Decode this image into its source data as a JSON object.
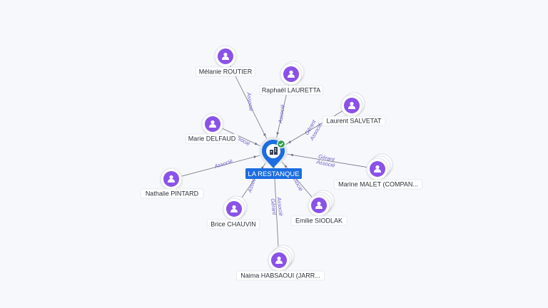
{
  "company": {
    "name": "LA RESTANQUE",
    "icon": "building-icon",
    "badge_icon": "check-icon",
    "pin_color": "#1c6de0",
    "badge_color": "#2e9e4f"
  },
  "person_color": "#8a52e8",
  "persons": [
    {
      "name": "Mélanie ROUTIER",
      "roles": [
        "Associé"
      ]
    },
    {
      "name": "Raphaël LAURETTA",
      "roles": [
        "Associé"
      ]
    },
    {
      "name": "Laurent SALVETAT",
      "roles": [
        "Gérant",
        "Associé"
      ]
    },
    {
      "name": "Marie DELFAUD",
      "roles": [
        "Associé"
      ]
    },
    {
      "name": "Marine MALET (COMPAN...",
      "roles": [
        "Gérant",
        "Associé"
      ]
    },
    {
      "name": "Nathalie PINTARD",
      "roles": [
        "Associé"
      ]
    },
    {
      "name": "Emilie SIODLAK",
      "roles": [
        "Associé"
      ]
    },
    {
      "name": "Brice CHAUVIN",
      "roles": [
        "Associé"
      ]
    },
    {
      "name": "Naima HABSAOUI (JARR...",
      "roles": [
        "Gérant",
        "Associé"
      ]
    }
  ]
}
